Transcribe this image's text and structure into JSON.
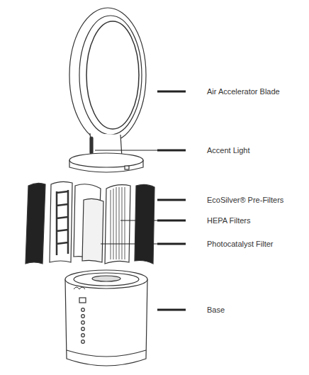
{
  "diagram": {
    "labels": [
      "Air Accelerator Blade",
      "Accent Light",
      "EcoSilver® Pre-Filters",
      "HEPA Filters",
      "Photocatalyst Filter",
      "Base"
    ]
  }
}
